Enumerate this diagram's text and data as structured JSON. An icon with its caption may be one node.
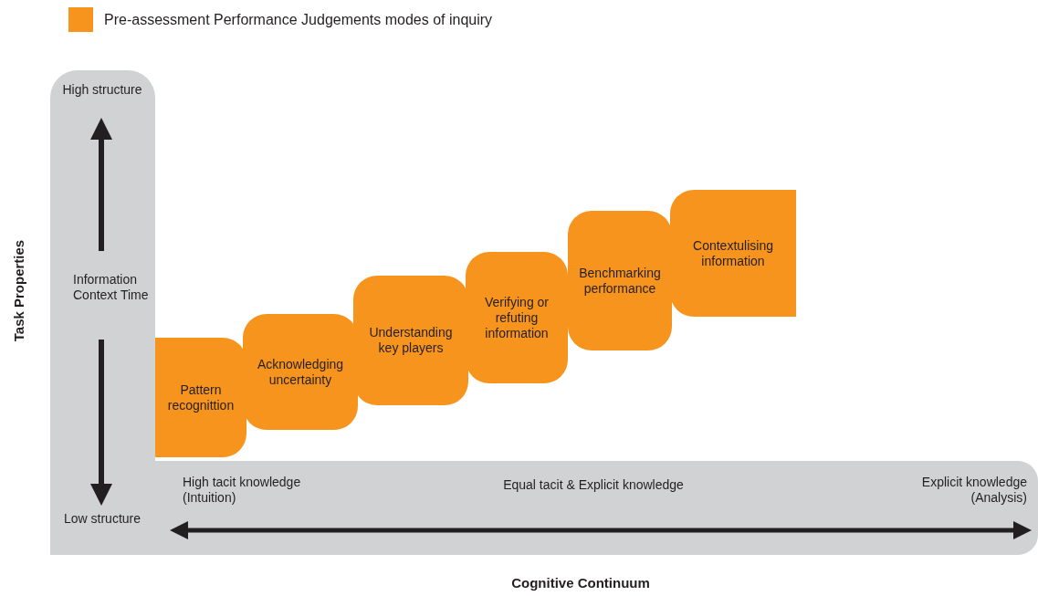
{
  "diagram": {
    "nodes": [
      {
        "text": [
          "Pattern recognittion"
        ]
      },
      {
        "text": [
          "Acknowledging uncertainty"
        ]
      },
      {
        "text": [
          "Understanding key players"
        ]
      },
      {
        "text": [
          "Verifying or refuting information"
        ]
      },
      {
        "text": [
          "Benchmarking performance"
        ]
      },
      {
        "text": [
          "Contextulising information"
        ]
      }
    ],
    "labels": [
      "High structure",
      "Information Context Time",
      "Low structure",
      "Task Properties",
      "High tacit knowledge (Intuition)",
      "Equal tacit & Explicit knowledge",
      "Explicit knowledge (Analysis)",
      "Cognitive Continuum"
    ],
    "legend": [
      {
        "text": "Pre-assessment Performance Judgements modes of inquiry",
        "color": "#f7941d"
      }
    ]
  }
}
